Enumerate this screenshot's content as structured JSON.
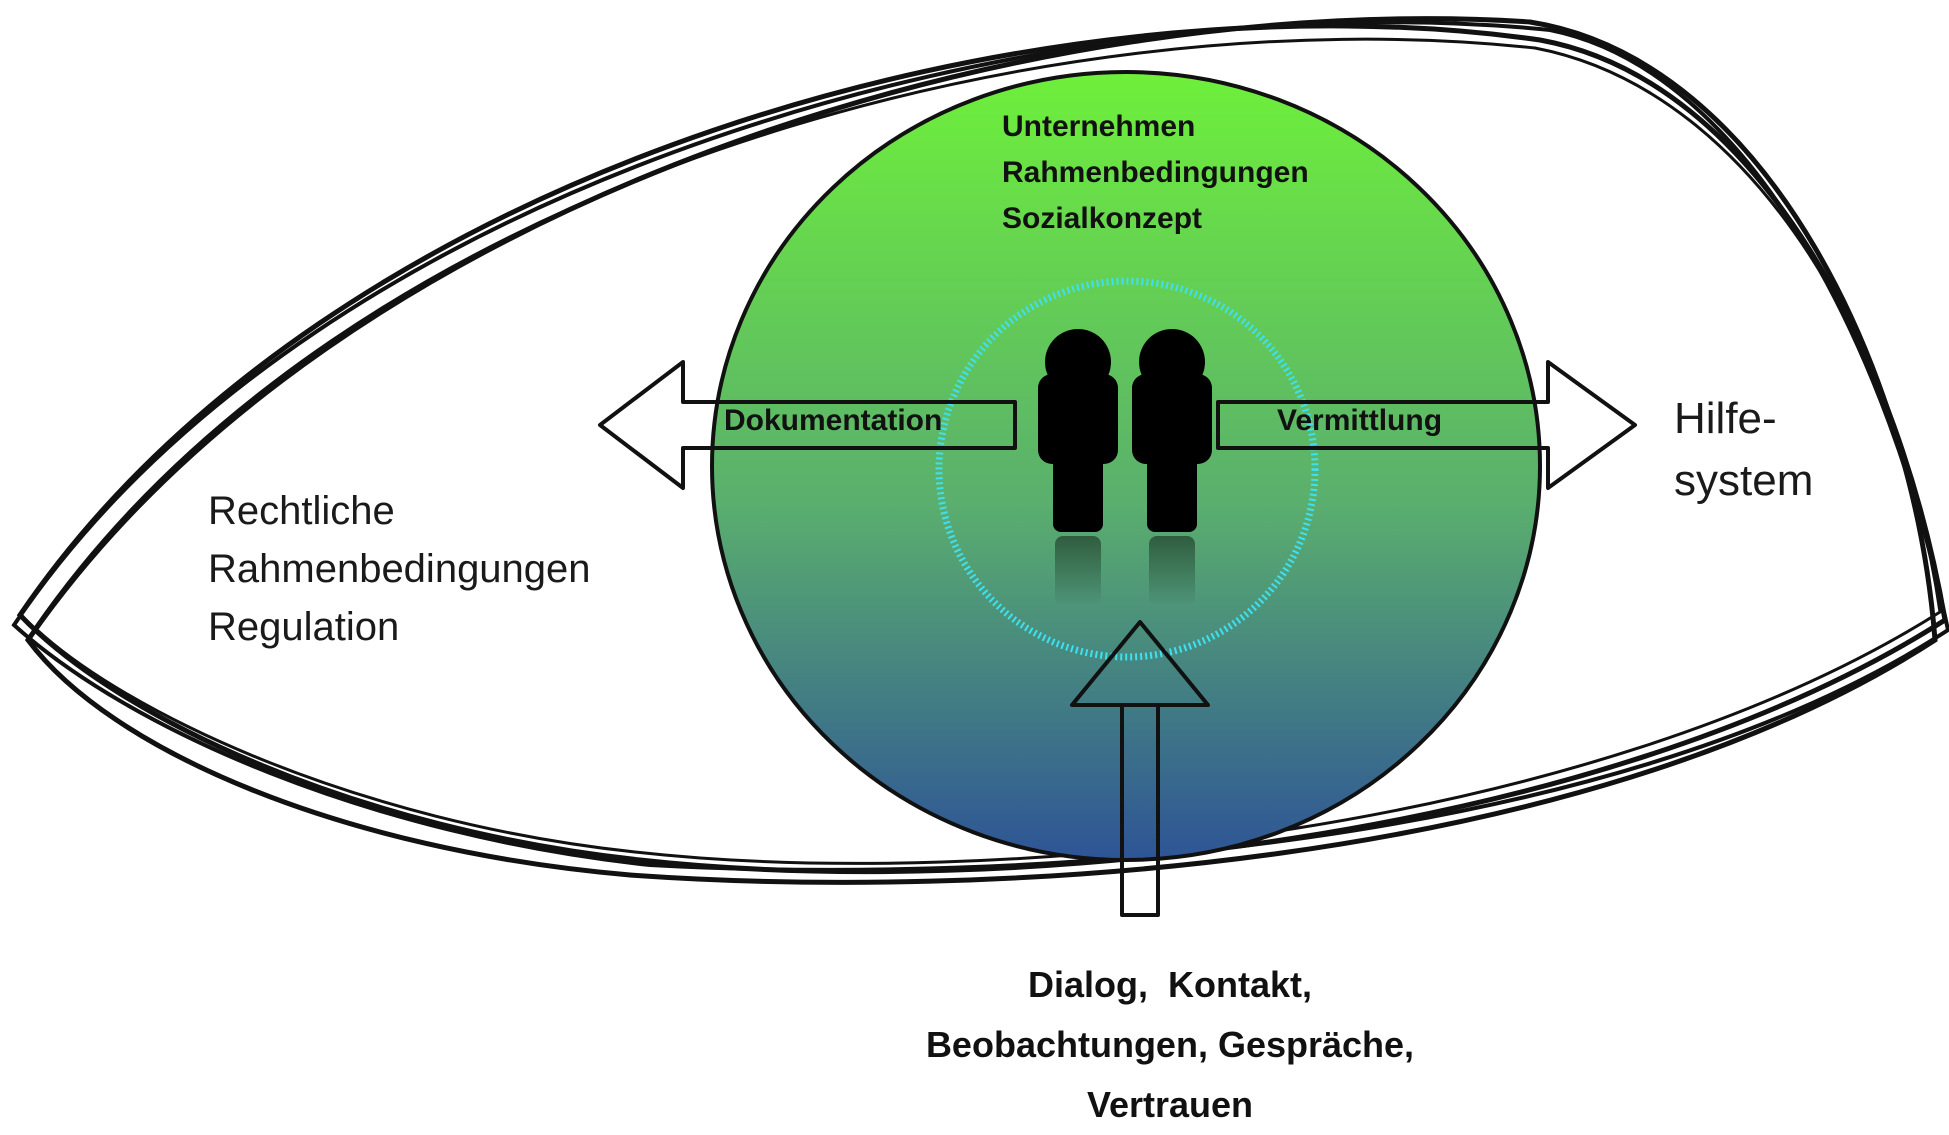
{
  "iris": {
    "lines": [
      "Unternehmen",
      "Rahmenbedingungen",
      "Sozialkonzept"
    ]
  },
  "left_label": {
    "lines": [
      "Rechtliche",
      "Rahmenbedingungen",
      "Regulation"
    ]
  },
  "right_label": {
    "lines": [
      "Hilfe-",
      "system"
    ]
  },
  "arrows": {
    "left_label": "Dokumentation",
    "right_label": "Vermittlung"
  },
  "bottom_label": {
    "lines": [
      "Dialog,  Kontakt,",
      "Beobachtungen, Gespräche,",
      "Vertrauen"
    ]
  },
  "colors": {
    "iris_top": "#6ef03a",
    "iris_mid": "#5aae6e",
    "iris_bottom": "#2e5496",
    "inner_ring": "#3fe0f0",
    "outline": "#111111"
  }
}
